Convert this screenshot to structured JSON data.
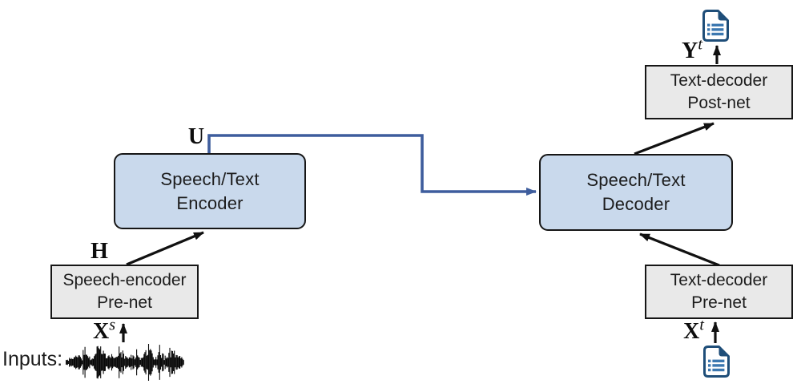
{
  "labels": {
    "inputs": "Inputs:",
    "u": "U",
    "h": "H",
    "xs": {
      "base": "X",
      "sup": "s"
    },
    "xt": {
      "base": "X",
      "sup": "t"
    },
    "yt": {
      "base": "Y",
      "sup": "t"
    }
  },
  "boxes": {
    "encoder": {
      "line1": "Speech/Text",
      "line2": "Encoder"
    },
    "decoder": {
      "line1": "Speech/Text",
      "line2": "Decoder"
    },
    "speech_encoder_prenet": {
      "line1": "Speech-encoder",
      "line2": "Pre-net"
    },
    "text_decoder_prenet": {
      "line1": "Text-decoder",
      "line2": "Pre-net"
    },
    "text_decoder_postnet": {
      "line1": "Text-decoder",
      "line2": "Post-net"
    }
  },
  "colors": {
    "encoder_decoder_fill": "#c9d9ec",
    "pre_post_net_fill": "#e9e9e9",
    "box_border": "#161616",
    "black_arrow": "#111111",
    "blue_arrow": "#3e5d9d",
    "doc_icon_dark": "#1f4e79",
    "doc_icon_light": "#3c78b0",
    "waveform": "#0a0a0a"
  }
}
